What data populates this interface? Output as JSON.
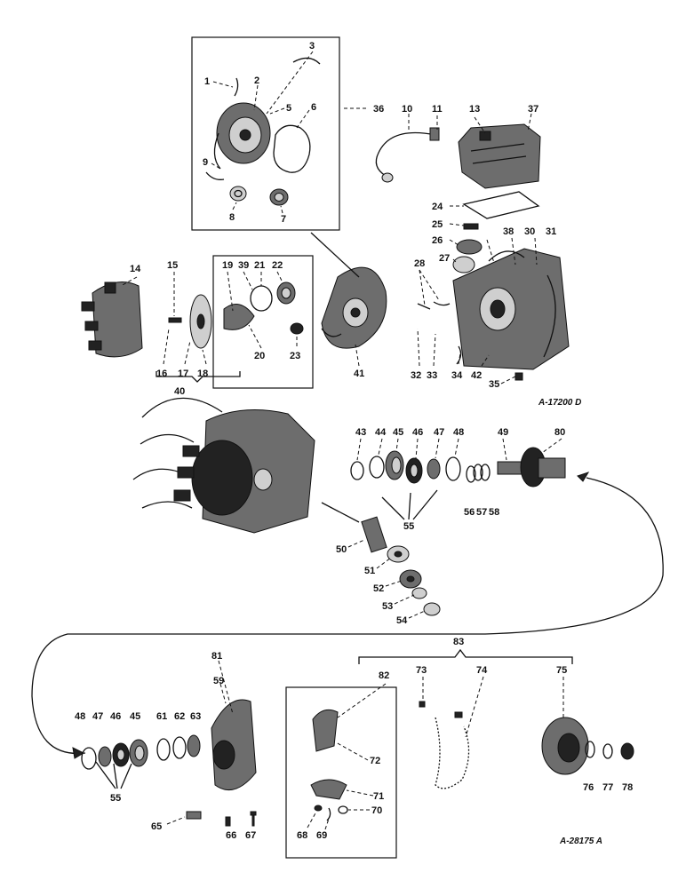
{
  "labels": {
    "l1": "1",
    "l2": "2",
    "l3": "3",
    "l5": "5",
    "l6": "6",
    "l7": "7",
    "l8": "8",
    "l9": "9",
    "l10": "10",
    "l11": "11",
    "l13": "13",
    "l14": "14",
    "l15": "15",
    "l16": "16",
    "l17": "17",
    "l18": "18",
    "l19": "19",
    "l20": "20",
    "l21": "21",
    "l22": "22",
    "l23": "23",
    "l24": "24",
    "l25": "25",
    "l26": "26",
    "l27": "27",
    "l28": "28",
    "l30": "30",
    "l31": "31",
    "l32": "32",
    "l33": "33",
    "l34": "34",
    "l35": "35",
    "l36": "36",
    "l37": "37",
    "l38": "38",
    "l39": "39",
    "l40": "40",
    "l41": "41",
    "l42": "42",
    "l43": "43",
    "l44": "44",
    "l45": "45",
    "l46": "46",
    "l47": "47",
    "l48": "48",
    "l49": "49",
    "l50": "50",
    "l51": "51",
    "l52": "52",
    "l53": "53",
    "l54": "54",
    "l55": "55",
    "l56": "56",
    "l57": "57",
    "l58": "58",
    "l59": "59",
    "l61": "61",
    "l62": "62",
    "l63": "63",
    "l65": "65",
    "l66": "66",
    "l67": "67",
    "l68": "68",
    "l69": "69",
    "l70": "70",
    "l71": "71",
    "l72": "72",
    "l73": "73",
    "l74": "74",
    "l75": "75",
    "l76": "76",
    "l77": "77",
    "l78": "78",
    "l80": "80",
    "l81": "81",
    "l82": "82",
    "l83": "83",
    "l2b_45": "45",
    "l2b_46": "46",
    "l2b_47": "47",
    "l2b_48": "48",
    "l2b_55": "55"
  },
  "codes": {
    "upper": "A-17200 D",
    "lower": "A-28175 A"
  }
}
